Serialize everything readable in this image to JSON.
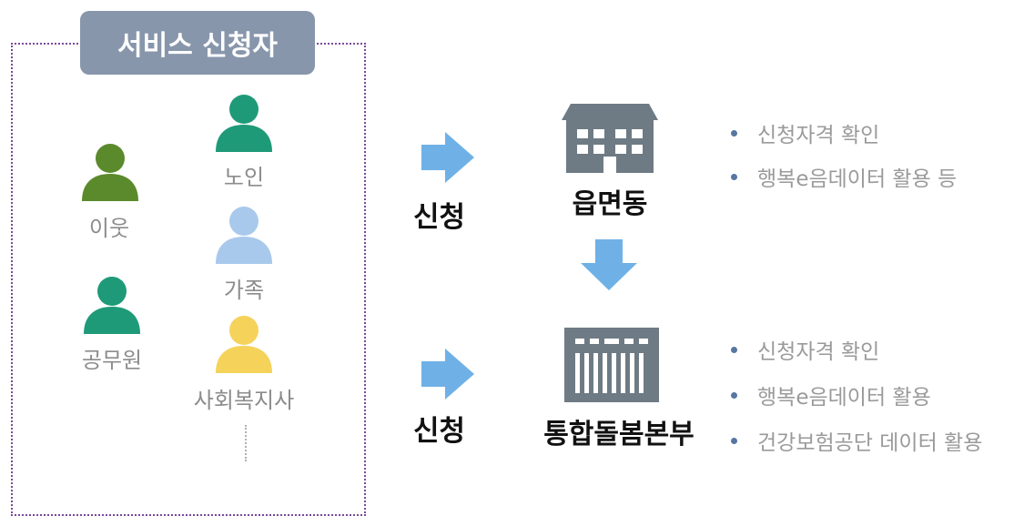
{
  "applicants": {
    "title": "서비스 신청자",
    "people": [
      {
        "label": "노인",
        "color": "#1f9a78"
      },
      {
        "label": "이웃",
        "color": "#5b8a2c"
      },
      {
        "label": "가족",
        "color": "#a9c9ec"
      },
      {
        "label": "공무원",
        "color": "#1f9a78"
      },
      {
        "label": "사회복지사",
        "color": "#f5d25a"
      }
    ]
  },
  "flow": {
    "apply_label_1": "신청",
    "apply_label_2": "신청",
    "arrow_color": "#6fb1e6"
  },
  "offices": {
    "top": {
      "name": "읍면동",
      "icon": "building-icon",
      "tasks": [
        "신청자격 확인",
        "행복e음데이터 활용 등"
      ]
    },
    "bottom": {
      "name": "통합돌봄본부",
      "icon": "government-building-icon",
      "tasks": [
        "신청자격 확인",
        "행복e음데이터 활용",
        "건강보험공단 데이터 활용"
      ]
    }
  }
}
